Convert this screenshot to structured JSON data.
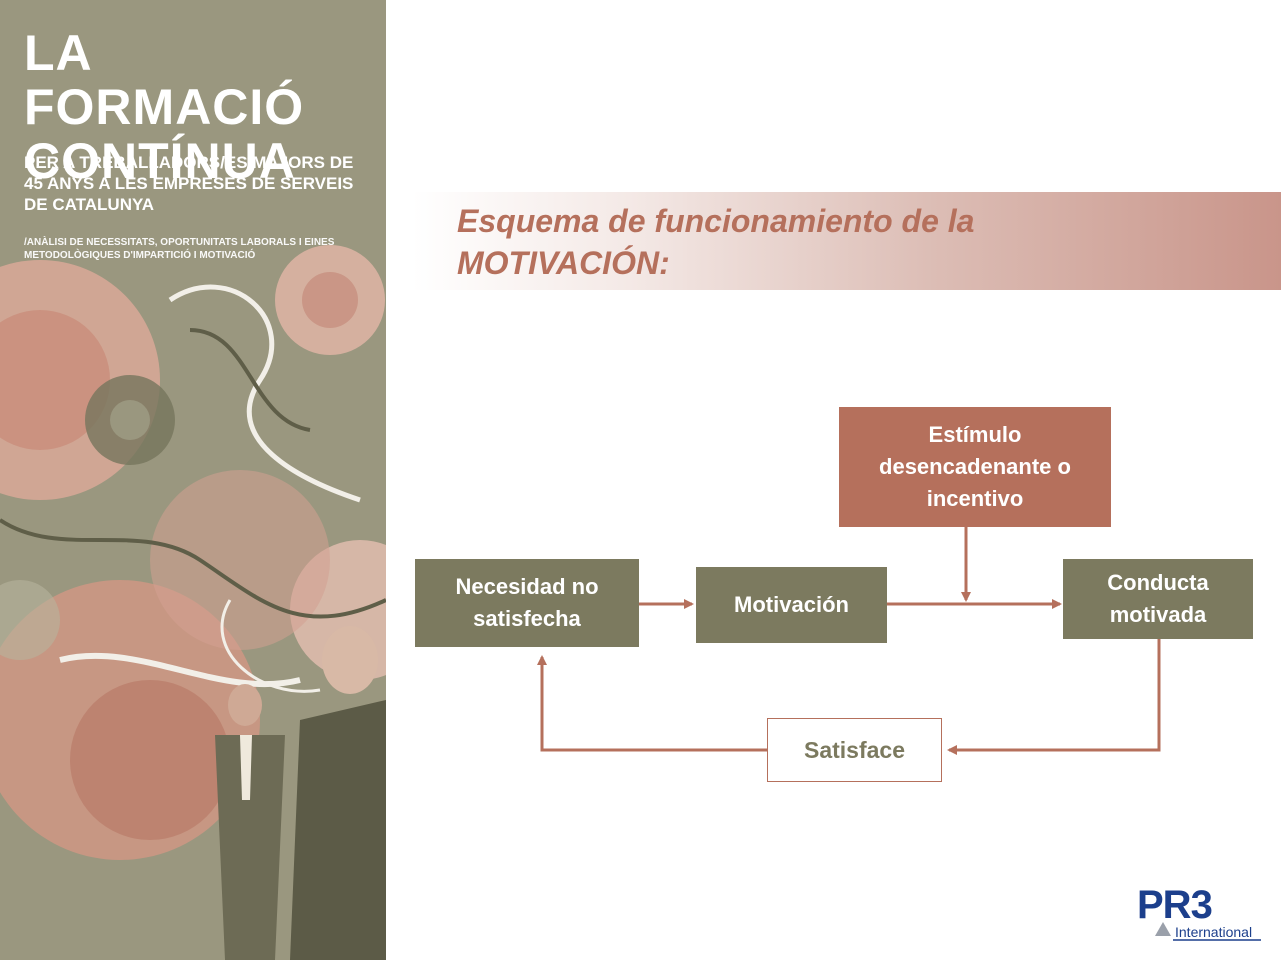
{
  "banner": {
    "title": "LA FORMACIÓ\nCONTÍNUA",
    "subtitle": "PER A TREBALLADORS/ES MAJORS DE\n45 ANYS A LES EMPRESES DE SERVEIS\nDE CATALUNYA",
    "note": "/ANÀLISI DE NECESSITATS, OPORTUNITATS LABORALS I EINES\nMETODOLÒGIQUES D'IMPARTICIÓ I MOTIVACIÓ"
  },
  "slide": {
    "title": "Esquema de funcionamiento de la\nMOTIVACIÓN:"
  },
  "diagram": {
    "nodes": {
      "stimulus": "Estímulo\ndesencadenante o\nincentivo",
      "need": "Necesidad no\nsatisfecha",
      "motivation": "Motivación",
      "behavior": "Conducta\nmotivada",
      "satisfies": "Satisface"
    }
  },
  "logo": {
    "main": "PR3",
    "sub": "International"
  },
  "colors": {
    "olive": "#7c7a5f",
    "rust": "#b5705c",
    "banner": "#9a977f",
    "logo_blue": "#1c3f8c"
  }
}
